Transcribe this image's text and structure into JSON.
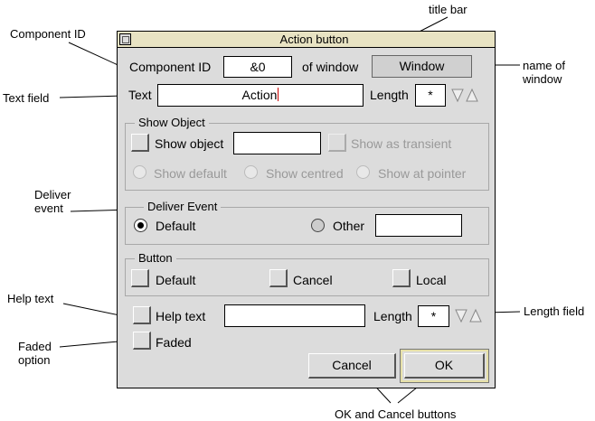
{
  "annotations": {
    "title_bar": "title bar",
    "component_id": "Component ID",
    "text_field": "Text field",
    "deliver_event": "Deliver event",
    "help_text": "Help text",
    "faded_option": "Faded option",
    "name_of_window": "name of window",
    "length_field": "Length field",
    "ok_cancel": "OK and Cancel buttons"
  },
  "window": {
    "title": "Action button",
    "component_id_label": "Component ID",
    "component_id_value": "&0",
    "of_window_label": "of window",
    "window_name": "Window",
    "text_label": "Text",
    "text_value": "Action",
    "length_label": "Length",
    "length_value": "*",
    "show_object": {
      "title": "Show Object",
      "show_object_label": "Show object",
      "show_object_value": "",
      "show_as_transient": "Show as transient",
      "show_default": "Show default",
      "show_centred": "Show centred",
      "show_at_pointer": "Show at pointer"
    },
    "deliver_event": {
      "title": "Deliver Event",
      "default_label": "Default",
      "other_label": "Other",
      "other_value": ""
    },
    "button_group": {
      "title": "Button",
      "default_label": "Default",
      "cancel_label": "Cancel",
      "local_label": "Local"
    },
    "help_text_label": "Help text",
    "help_text_value": "",
    "help_length_label": "Length",
    "help_length_value": "*",
    "faded_label": "Faded",
    "cancel_button": "Cancel",
    "ok_button": "OK"
  },
  "colors": {
    "window_bg": "#dcdcdc",
    "titlebar_bg": "#e8e3c3",
    "default_ring": "#e7e1a8"
  }
}
